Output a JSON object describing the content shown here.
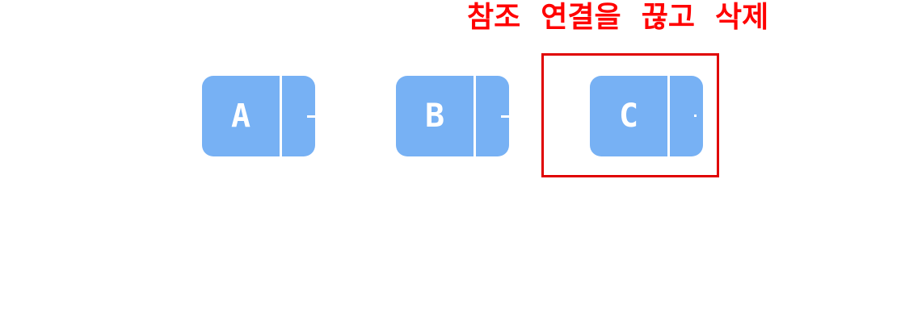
{
  "caption": "참조  연결을  끊고  삭제",
  "colors": {
    "node_fill": "#77b1f4",
    "node_text": "#ffffff",
    "highlight": "#e00000",
    "caption": "#ff0000"
  },
  "nodes": [
    {
      "label": "A",
      "next": "pointer"
    },
    {
      "label": "B",
      "next": "pointer"
    },
    {
      "label": "C",
      "next": "null"
    }
  ]
}
